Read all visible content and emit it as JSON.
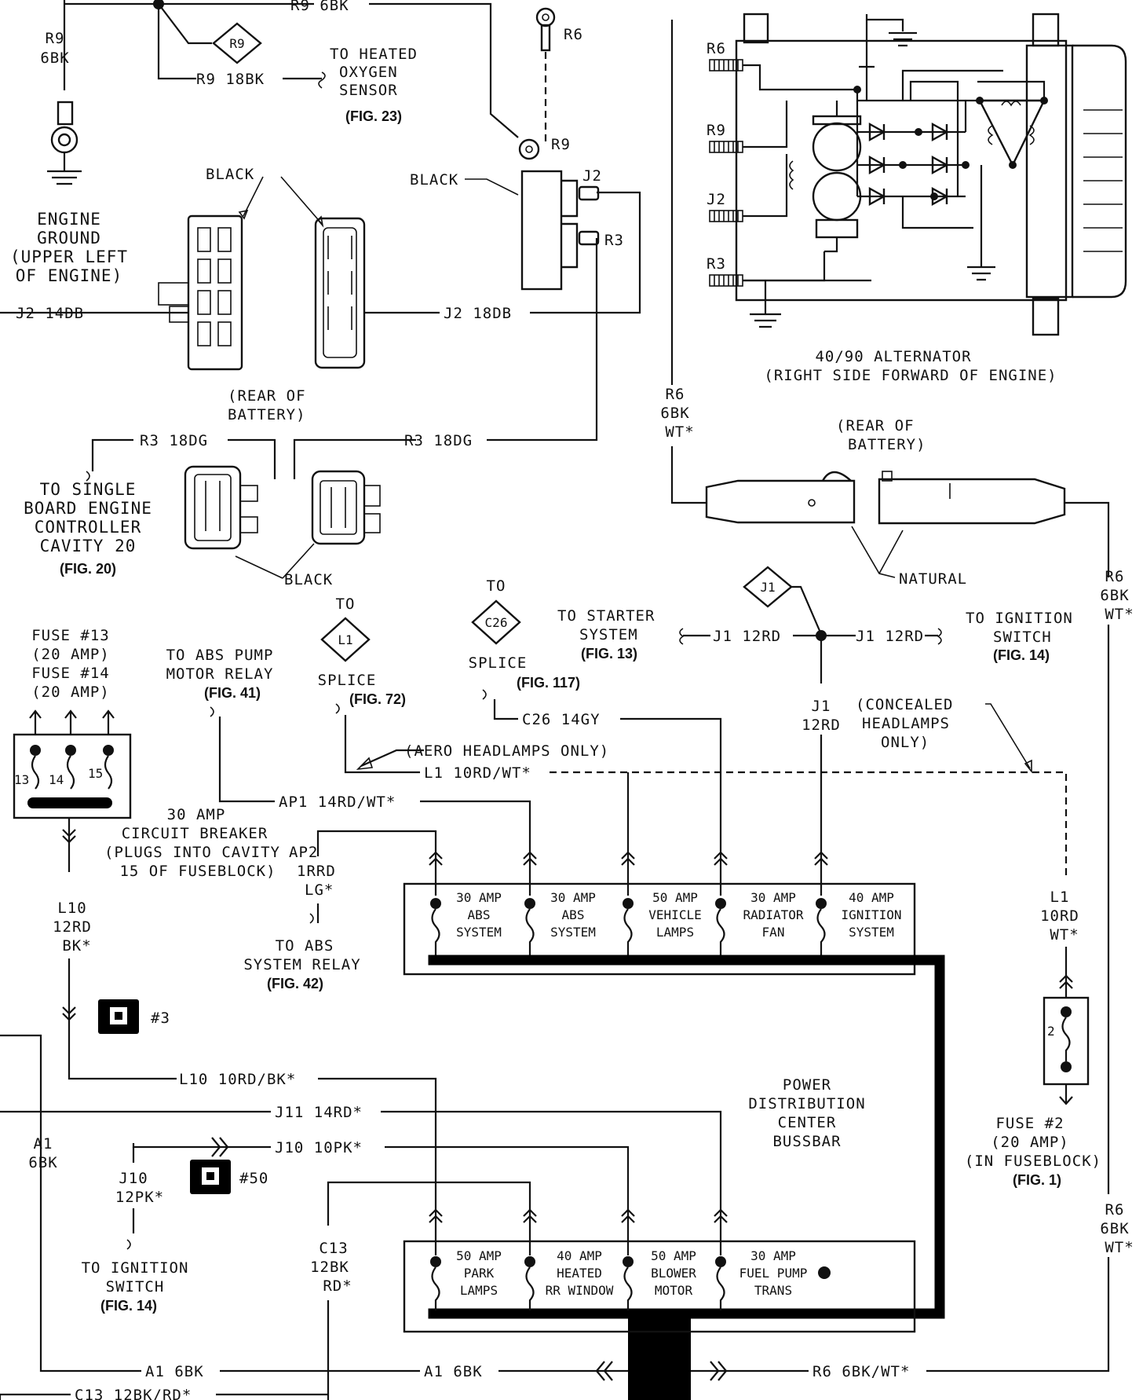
{
  "wires": {
    "r9_6bk": "R9 6BK",
    "r9_code": "R9",
    "r9_6bk_vert_a": "R9",
    "r9_6bk_vert_b": "6BK",
    "r9_18bk": "R9 18BK",
    "r9_terminal": "R9",
    "r6_terminal": "R6",
    "j2_terminal": "J2",
    "r3_terminal": "R3",
    "j2_14db": "J2 14DB",
    "j2_18db": "J2 18DB",
    "r3_18dg_left": "R3 18DG",
    "r3_18dg_right": "R3 18DG",
    "r6_6bk_wt_a": "R6",
    "r6_6bk_wt_b": "6BK",
    "r6_6bk_wt_c": "WT*",
    "j1_code": "J1",
    "j1_12rd_left": "J1 12RD",
    "j1_12rd_right": "J1 12RD",
    "j1_vert_a": "J1",
    "j1_vert_b": "12RD",
    "c26_14gy": "C26 14GY",
    "l1_10rd_wt": "L1 10RD/WT*",
    "ap1_14rd_wt": "AP1 14RD/WT*",
    "ap2_a": "AP2",
    "ap2_b": "1RRD",
    "ap2_c": "LG*",
    "l1_vert_a": "L1",
    "l1_vert_b": "10RD",
    "l1_vert_c": "WT*",
    "l10_vert_a": "L10",
    "l10_vert_b": "12RD",
    "l10_vert_c": "BK*",
    "l10_10rd_bk": "L10 10RD/BK*",
    "j11_14rd": "J11 14RD*",
    "j10_10pk": "J10 10PK*",
    "j10_vert_a": "J10",
    "j10_vert_b": "12PK*",
    "a1_vert_a": "A1",
    "a1_vert_b": "6BK",
    "c13_vert_a": "C13",
    "c13_vert_b": "12BK",
    "c13_vert_c": "RD*",
    "a1_6bk_left": "A1 6BK",
    "a1_6bk_right": "A1 6BK",
    "c13_12bk_rd": "C13 12BK/RD*",
    "r6_6bk_wt_bottom": "R6 6BK/WT*",
    "r6_right_a1": "R6",
    "r6_right_a2": "6BK",
    "r6_right_a3": "WT*",
    "r6_right_b1": "R6",
    "r6_right_b2": "6BK",
    "r6_right_b3": "WT*"
  },
  "labels": {
    "heated_o2_l1": "TO HEATED",
    "heated_o2_l2": "OXYGEN",
    "heated_o2_l3": "SENSOR",
    "fig23": "(FIG. 23)",
    "engine_ground_l1": "ENGINE",
    "engine_ground_l2": "GROUND",
    "engine_ground_l3": "(UPPER LEFT",
    "engine_ground_l4": "OF ENGINE)",
    "black_top_left": "BLACK",
    "black_relay": "BLACK",
    "black_mid": "BLACK",
    "rear_batt_left_l1": "(REAR OF",
    "rear_batt_left_l2": "BATTERY)",
    "rear_batt_right_l1": "(REAR OF",
    "rear_batt_right_l2": "BATTERY)",
    "alt_r6": "R6",
    "alt_r9": "R9",
    "alt_j2": "J2",
    "alt_r3": "R3",
    "alternator_l1": "40/90 ALTERNATOR",
    "alternator_l2": "(RIGHT SIDE FORWARD OF ENGINE)",
    "natural": "NATURAL",
    "sbec_l1": "TO SINGLE",
    "sbec_l2": "BOARD ENGINE",
    "sbec_l3": "CONTROLLER",
    "sbec_l4": "CAVITY 20",
    "fig20": "(FIG. 20)",
    "to_l1": "TO",
    "splice_l1": "SPLICE",
    "fig72": "(FIG. 72)",
    "l1_code": "L1",
    "to_c26": "TO",
    "c26_code": "C26",
    "splice_c26": "SPLICE",
    "fig117": "(FIG. 117)",
    "starter_l1": "TO STARTER",
    "starter_l2": "SYSTEM",
    "fig13": "(FIG. 13)",
    "ign_sw_l1": "TO IGNITION",
    "ign_sw_l2": "SWITCH",
    "fig14_right": "(FIG. 14)",
    "fuse13_l1": "FUSE #13",
    "fuse13_l2": "(20 AMP)",
    "fuse14_l1": "FUSE #14",
    "fuse14_l2": "(20 AMP)",
    "abs_relay_l1": "TO ABS PUMP",
    "abs_relay_l2": "MOTOR RELAY",
    "fig41": "(FIG. 41)",
    "aero": "(AERO HEADLAMPS ONLY)",
    "concealed_l1": "(CONCEALED",
    "concealed_l2": "HEADLAMPS",
    "concealed_l3": "ONLY)",
    "cb_l1": "30 AMP",
    "cb_l2": "CIRCUIT BREAKER",
    "cb_l3": "(PLUGS INTO CAVITY",
    "cb_l4": "15 OF FUSEBLOCK)",
    "abs_sys_relay_l1": "TO ABS",
    "abs_sys_relay_l2": "SYSTEM RELAY",
    "fig42": "(FIG. 42)",
    "pdc_l1": "POWER",
    "pdc_l2": "DISTRIBUTION",
    "pdc_l3": "CENTER",
    "pdc_l4": "BUSSBAR",
    "fuse2_l1": "FUSE #2",
    "fuse2_l2": "(20 AMP)",
    "fuse2_l3": "(IN FUSEBLOCK)",
    "fig1": "(FIG. 1)",
    "connector_3": "#3",
    "connector_50": "#50",
    "ign_sw_bottom_l1": "TO IGNITION",
    "ign_sw_bottom_l2": "SWITCH",
    "fig14_bottom": "(FIG. 14)",
    "fuse_n13": "13",
    "fuse_n14": "14",
    "fuse_n15": "15",
    "fuse_n2": "2"
  },
  "pdc_top_row": [
    {
      "l1": "30 AMP",
      "l2": "ABS",
      "l3": "SYSTEM"
    },
    {
      "l1": "30 AMP",
      "l2": "ABS",
      "l3": "SYSTEM"
    },
    {
      "l1": "50 AMP",
      "l2": "VEHICLE",
      "l3": "LAMPS"
    },
    {
      "l1": "30 AMP",
      "l2": "RADIATOR",
      "l3": "FAN"
    },
    {
      "l1": "40 AMP",
      "l2": "IGNITION",
      "l3": "SYSTEM"
    }
  ],
  "pdc_bottom_row": [
    {
      "l1": "50 AMP",
      "l2": "PARK",
      "l3": "LAMPS"
    },
    {
      "l1": "40 AMP",
      "l2": "HEATED",
      "l3": "RR WINDOW"
    },
    {
      "l1": "50 AMP",
      "l2": "BLOWER",
      "l3": "MOTOR"
    },
    {
      "l1": "30 AMP",
      "l2": "FUEL PUMP",
      "l3": "TRANS"
    }
  ]
}
